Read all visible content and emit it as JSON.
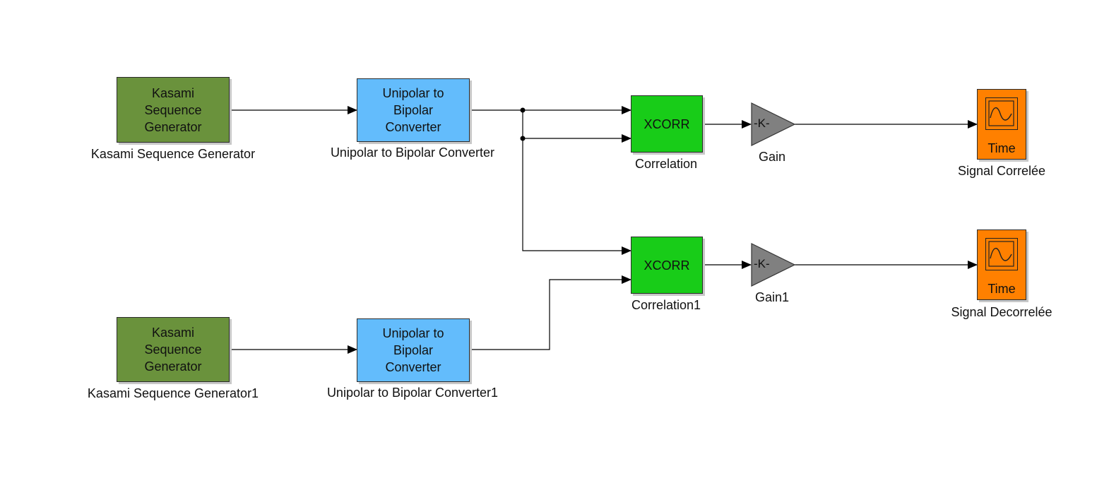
{
  "blocks": {
    "kasami1": {
      "text": [
        "Kasami",
        "Sequence",
        "Generator"
      ],
      "caption": "Kasami Sequence Generator"
    },
    "kasami2": {
      "text": [
        "Kasami",
        "Sequence",
        "Generator"
      ],
      "caption": "Kasami Sequence Generator1"
    },
    "uni1": {
      "text": [
        "Unipolar to",
        "Bipolar",
        "Converter"
      ],
      "caption": "Unipolar to Bipolar Converter"
    },
    "uni2": {
      "text": [
        "Unipolar to",
        "Bipolar",
        "Converter"
      ],
      "caption": "Unipolar to Bipolar Converter1"
    },
    "xcorr1": {
      "text": "XCORR",
      "caption": "Correlation"
    },
    "xcorr2": {
      "text": "XCORR",
      "caption": "Correlation1"
    },
    "gain1": {
      "text": "-K-",
      "caption": "Gain"
    },
    "gain2": {
      "text": "-K-",
      "caption": "Gain1"
    },
    "scope1": {
      "text": "Time",
      "caption": "Signal Correlée"
    },
    "scope2": {
      "text": "Time",
      "caption": "Signal Decorrelée"
    }
  },
  "colors": {
    "kasami": "#6a923c",
    "converter": "#63bcfc",
    "xcorr": "#18cc18",
    "gain": "#808080",
    "scope": "#ff8000",
    "line": "#000000"
  }
}
